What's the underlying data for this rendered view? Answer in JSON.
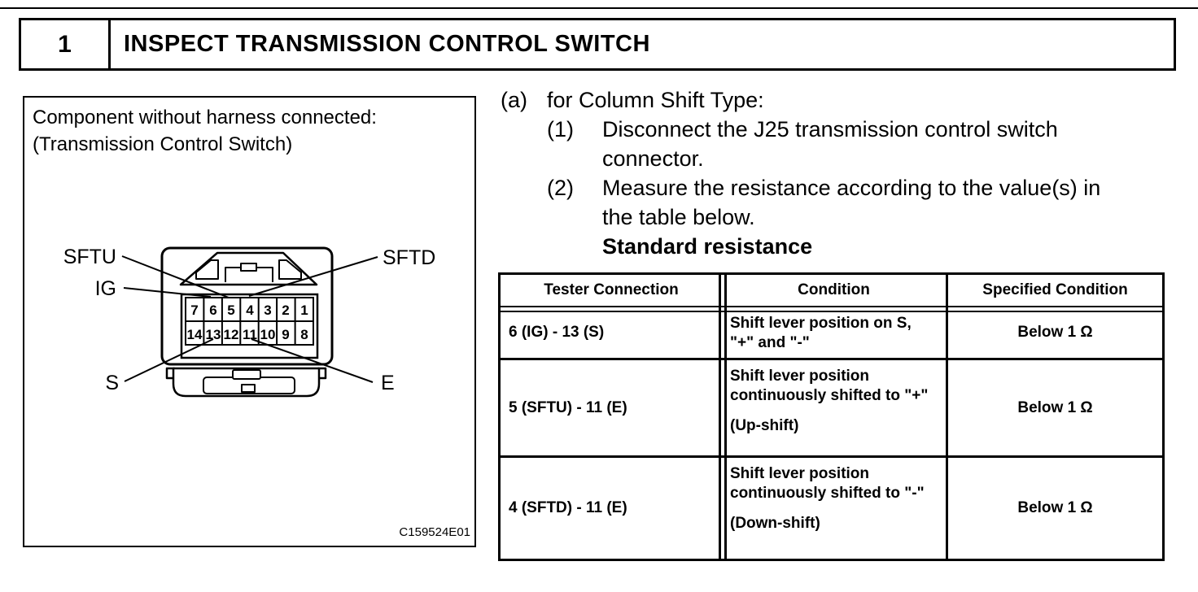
{
  "header": {
    "step_number": "1",
    "title": "INSPECT TRANSMISSION CONTROL SWITCH"
  },
  "figure": {
    "caption_line1": "Component without harness connected:",
    "caption_line2": "(Transmission Control Switch)",
    "figure_code": "C159524E01",
    "connector": {
      "labels": {
        "sftu": "SFTU",
        "ig": "IG",
        "s": "S",
        "sftd": "SFTD",
        "e": "E"
      },
      "pins_top_row": [
        "7",
        "6",
        "5",
        "4",
        "3",
        "2",
        "1"
      ],
      "pins_bottom_row": [
        "14",
        "13",
        "12",
        "11",
        "10",
        "9",
        "8"
      ]
    }
  },
  "procedure": {
    "item_a_marker": "(a)",
    "item_a_text": "for Column Shift Type:",
    "steps": [
      {
        "marker": "(1)",
        "lines": [
          "Disconnect the J25 transmission control switch",
          "connector."
        ]
      },
      {
        "marker": "(2)",
        "lines": [
          "Measure the resistance according to the value(s) in",
          "the table below."
        ]
      }
    ],
    "table_title": "Standard resistance"
  },
  "resistance_table": {
    "columns": [
      "Tester Connection",
      "Condition",
      "Specified Condition"
    ],
    "rows": [
      {
        "tester_connection": "6 (IG) - 13 (S)",
        "condition": "Shift lever position on S, \"+\" and \"-\"",
        "condition_note": "",
        "specified_condition": "Below 1 Ω"
      },
      {
        "tester_connection": "5 (SFTU) - 11 (E)",
        "condition": "Shift lever position continuously shifted to \"+\"",
        "condition_note": "(Up-shift)",
        "specified_condition": "Below 1 Ω"
      },
      {
        "tester_connection": "4 (SFTD) - 11 (E)",
        "condition": "Shift lever position continuously shifted to \"-\"",
        "condition_note": "(Down-shift)",
        "specified_condition": "Below 1 Ω"
      }
    ]
  }
}
